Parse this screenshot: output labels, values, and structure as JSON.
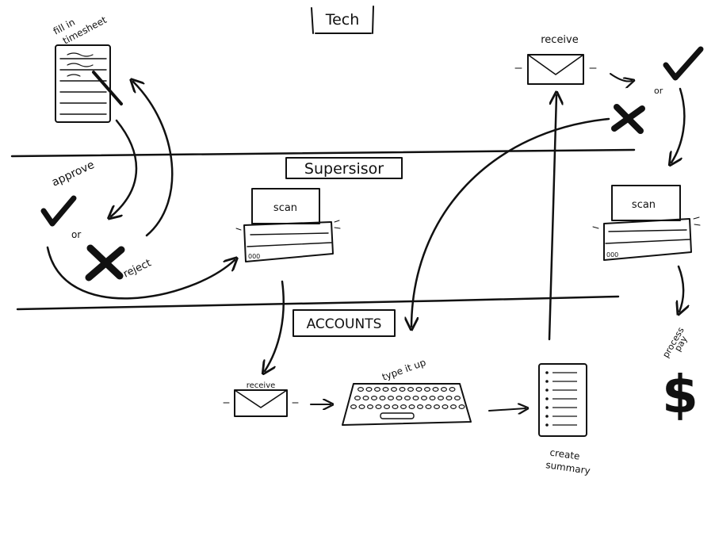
{
  "lanes": {
    "tech": "Tech",
    "supervisor": "Supersisor",
    "accounts": "ACCOUNTS"
  },
  "tech": {
    "fill_in_timesheet": [
      "fill in",
      "timesheet"
    ],
    "receive": "receive",
    "or": "or"
  },
  "supervisor": {
    "approve": "approve",
    "or": "or",
    "reject": "reject",
    "scan_left": "scan",
    "scan_right": "scan"
  },
  "accounts": {
    "receive": "receive",
    "type_it_up": "type it up",
    "create_summary": [
      "create",
      "summary"
    ],
    "process_pay": [
      "process",
      "pay"
    ],
    "dollar": "$"
  },
  "colors": {
    "ink": "#111111",
    "paper": "#ffffff"
  }
}
